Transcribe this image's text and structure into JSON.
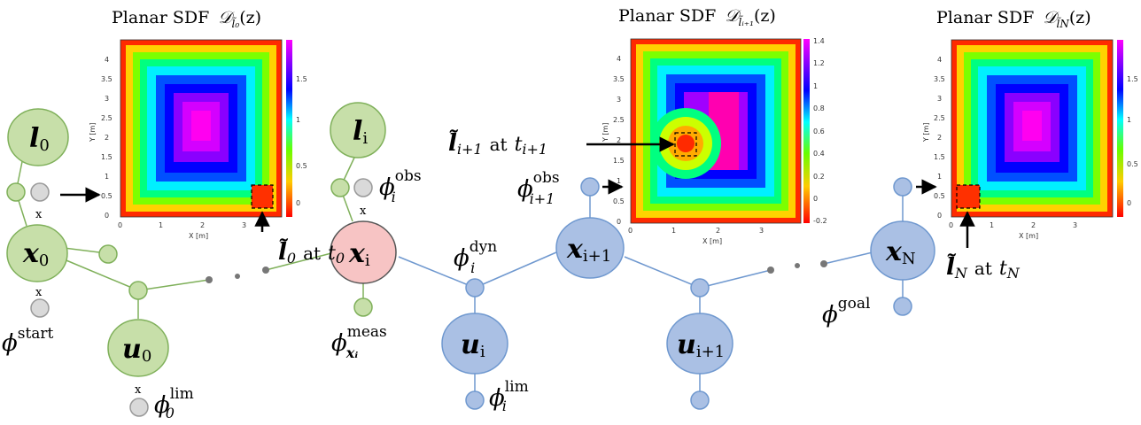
{
  "colors": {
    "green_node": "#c7dfa9",
    "green_edge": "#7fb05a",
    "blue_node": "#aac0e4",
    "blue_edge": "#6f98cf",
    "pink_node": "#f7c4c4",
    "grey_node": "#d9d9d9",
    "dot": "#777777"
  },
  "sdf_plots": [
    {
      "title": "Planar SDF",
      "title_sym": "𝒟",
      "title_sub": "l̃₀",
      "title_arg": "(z)",
      "xlabel": "X [m]",
      "ylabel": "Y [m]",
      "xticks": [
        "0",
        "1",
        "2",
        "3"
      ],
      "yticks": [
        "0",
        "0.5",
        "1",
        "1.5",
        "2",
        "2.5",
        "3",
        "3.5",
        "4"
      ],
      "cbar_ticks": [
        "0",
        "0.5",
        "1",
        "1.5"
      ]
    },
    {
      "title": "Planar SDF",
      "title_sym": "𝒟",
      "title_sub": "l̃ᵢ₊₁",
      "title_arg": "(z)",
      "xlabel": "X [m]",
      "ylabel": "Y [m]",
      "xticks": [
        "0",
        "1",
        "2",
        "3"
      ],
      "yticks": [
        "0",
        "0.5",
        "1",
        "1.5",
        "2",
        "2.5",
        "3",
        "3.5",
        "4"
      ],
      "cbar_ticks": [
        "-0.2",
        "0",
        "0.2",
        "0.4",
        "0.6",
        "0.8",
        "1",
        "1.2",
        "1.4"
      ]
    },
    {
      "title": "Planar SDF",
      "title_sym": "𝒟",
      "title_sub": "l̃N",
      "title_arg": "(z)",
      "xlabel": "X [m]",
      "ylabel": "Y [m]",
      "xticks": [
        "0",
        "1",
        "2",
        "3"
      ],
      "yticks": [
        "0",
        "0.5",
        "1",
        "1.5",
        "2",
        "2.5",
        "3",
        "3.5",
        "4"
      ],
      "cbar_ticks": [
        "0",
        "0.5",
        "1",
        "1.5"
      ]
    }
  ],
  "nodes": {
    "l0": {
      "base": "l",
      "sub": "0"
    },
    "x0": {
      "base": "x",
      "sub": "0"
    },
    "u0": {
      "base": "u",
      "sub": "0"
    },
    "li": {
      "base": "l",
      "sub": "i"
    },
    "xi": {
      "base": "x",
      "sub": "i"
    },
    "ui": {
      "base": "u",
      "sub": "i"
    },
    "xi1": {
      "base": "x",
      "sub": "i+1"
    },
    "ui1": {
      "base": "u",
      "sub": "i+1"
    },
    "xN": {
      "base": "x",
      "sub": "N"
    }
  },
  "factors": {
    "start": {
      "base": "ϕ",
      "sup": "start"
    },
    "lim0": {
      "base": "ϕ",
      "sup": "lim",
      "sub": "0"
    },
    "obs_i": {
      "base": "ϕ",
      "sup": "obs",
      "sub": "i"
    },
    "meas": {
      "base": "ϕ",
      "sup": "meas",
      "sub": "xᵢ"
    },
    "dyn": {
      "base": "ϕ",
      "sup": "dyn",
      "sub": "i"
    },
    "lim_i": {
      "base": "ϕ",
      "sup": "lim",
      "sub": "i"
    },
    "obs_i1": {
      "base": "ϕ",
      "sup": "obs",
      "sub": "i+1"
    },
    "goal": {
      "base": "ϕ",
      "sup": "goal"
    }
  },
  "annotations": {
    "l0_at_t0": {
      "base": "l̃",
      "sub": "0",
      "at": "at",
      "t": "t",
      "tsub": "0"
    },
    "li1_at_ti1": {
      "base": "l̃",
      "sub": "i+1",
      "at": "at",
      "t": "t",
      "tsub": "i+1"
    },
    "lN_at_tN": {
      "base": "l̃",
      "sub": "N",
      "at": "at",
      "t": "t",
      "tsub": "N"
    }
  },
  "cross_mark": "x"
}
